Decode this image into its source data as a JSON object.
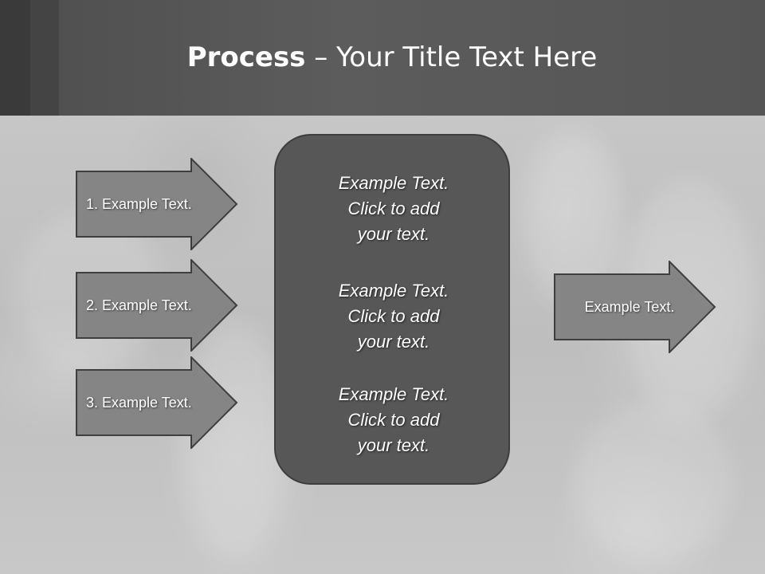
{
  "slide": {
    "title_bold": "Process",
    "title_rest": " – Your Title Text Here",
    "inputs": [
      {
        "label": "1. Example Text."
      },
      {
        "label": "2. Example Text."
      },
      {
        "label": "3. Example Text."
      }
    ],
    "center_blocks": [
      {
        "line1": "Example Text.",
        "line2": "Click  to add",
        "line3": "your text."
      },
      {
        "line1": "Example Text.",
        "line2": "Click  to add",
        "line3": "your text."
      },
      {
        "line1": "Example Text.",
        "line2": "Click  to add",
        "line3": "your text."
      }
    ],
    "output": {
      "label": "Example Text."
    }
  },
  "colors": {
    "header": "#555555",
    "arrow_fill": "#858585",
    "arrow_stroke": "#3e3e3e",
    "center_fill": "#575757",
    "text": "#ffffff"
  }
}
